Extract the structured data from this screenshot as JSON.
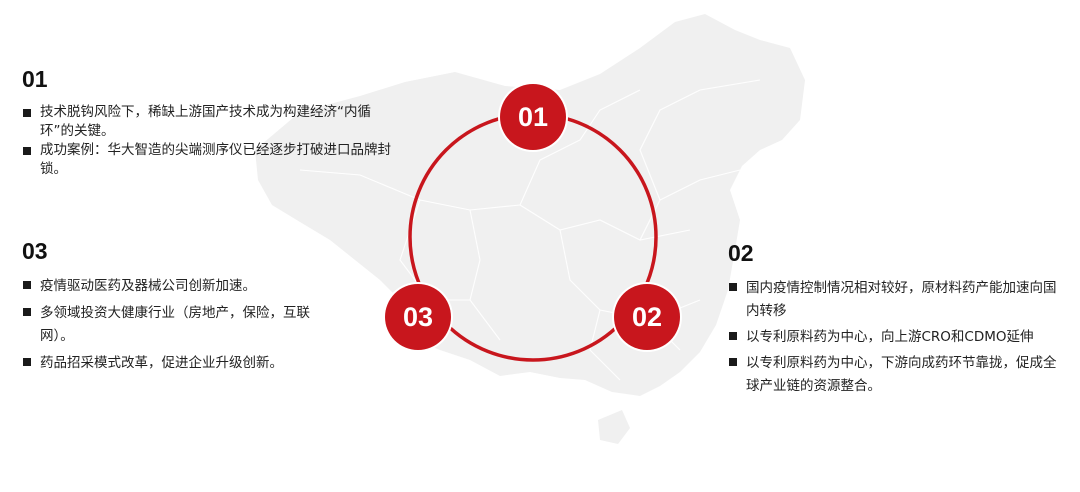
{
  "colors": {
    "accent": "#c8161d",
    "map": "#f0f0f0"
  },
  "map_icon": "china-map-silhouette",
  "nodes": {
    "n01": "01",
    "n02": "02",
    "n03": "03"
  },
  "sections": {
    "s01": {
      "heading": "01",
      "items": [
        "技术脱钩风险下，稀缺上游国产技术成为构建经济“内循环”的关键。",
        "成功案例：华大智造的尖端测序仪已经逐步打破进口品牌封锁。"
      ]
    },
    "s03": {
      "heading": "03",
      "items": [
        "疫情驱动医药及器械公司创新加速。",
        "多领域投资大健康行业（房地产，保险，互联网）。",
        "药品招采模式改革，促进企业升级创新。"
      ]
    },
    "s02": {
      "heading": "02",
      "items": [
        "国内疫情控制情况相对较好，原材料药产能加速向国内转移",
        "以专利原料药为中心，向上游CRO和CDMO延伸",
        "以专利原料药为中心，下游向成药环节靠拢，促成全球产业链的资源整合。"
      ]
    }
  }
}
